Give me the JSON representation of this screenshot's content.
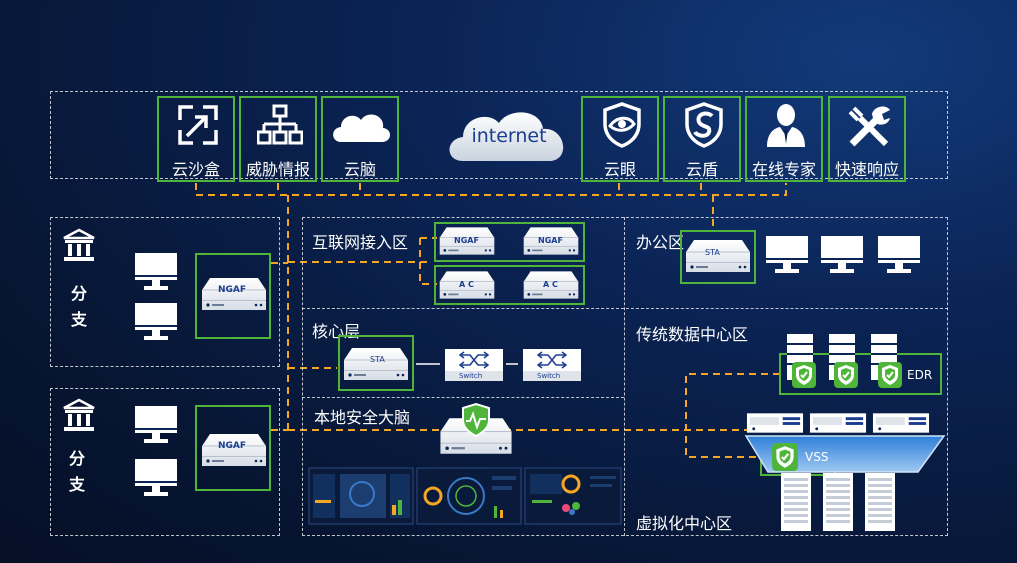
{
  "top_services": {
    "cloud_sandbox": "云沙盒",
    "threat_intel": "威胁情报",
    "cloud_brain": "云脑",
    "internet": "internet",
    "cloud_eye": "云眼",
    "cloud_shield": "云盾",
    "online_expert": "在线专家",
    "fast_response": "快速响应"
  },
  "branches": [
    {
      "label_line1": "分",
      "label_line2": "支",
      "device": "NGAF"
    },
    {
      "label_line1": "分",
      "label_line2": "支",
      "device": "NGAF"
    }
  ],
  "zones": {
    "internet_access": "互联网接入区",
    "office": "办公区",
    "core": "核心层",
    "traditional_dc": "传统数据中心区",
    "local_brain": "本地安全大脑",
    "virtual_dc": "虚拟化中心区"
  },
  "devices": {
    "ngaf": "NGAF",
    "ac": "A C",
    "sta": "STA",
    "switch": "Switch",
    "edr": "EDR",
    "vss": "VSS"
  },
  "colors": {
    "accent_green": "#4fb43a",
    "link_orange": "#f5a623",
    "background": "#0b2456"
  }
}
